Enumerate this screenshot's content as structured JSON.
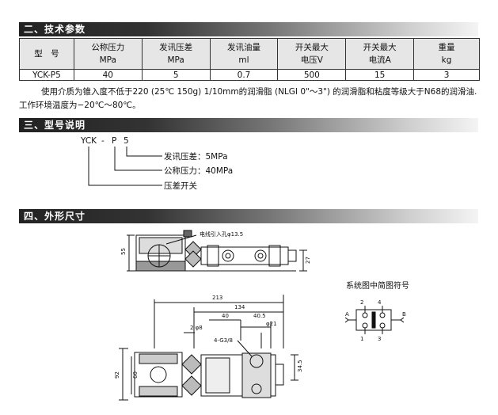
{
  "sections": {
    "tech_params": "二、技术参数",
    "model_desc": "三、型号说明",
    "dimensions": "四、外形尺寸"
  },
  "spec_table": {
    "headers": [
      [
        "型　号",
        ""
      ],
      [
        "公称压力",
        "MPa"
      ],
      [
        "发讯压差",
        "MPa"
      ],
      [
        "发讯油量",
        "ml"
      ],
      [
        "开关最大",
        "电压V"
      ],
      [
        "开关最大",
        "电流A"
      ],
      [
        "重量",
        "kg"
      ]
    ],
    "row": [
      "YCK-P5",
      "40",
      "5",
      "0.7",
      "500",
      "15",
      "3"
    ]
  },
  "description": {
    "line1": "使用介质为锥入度不低于220 (25℃  150g) 1/10mm的润滑脂 (NLGI 0\"～3\") 的润滑脂和粘度等级大于N68的润滑油.",
    "line2": "工作环境温度为−20℃～80℃。"
  },
  "model_code": {
    "code": [
      "YCK",
      "-",
      "P",
      "5"
    ],
    "label_signal": "发讯压差：5MPa",
    "label_nominal": "公称压力：40MPa",
    "label_switch": "压差开关"
  },
  "drawing": {
    "dims": {
      "d55": "55",
      "d27": "27",
      "d213": "213",
      "d134": "134",
      "d40": "40",
      "d40_5": "40.5",
      "d92": "92",
      "d60": "60",
      "d34": "34.5",
      "phi21": "φ21",
      "phi8": "2  φ8",
      "thread": "4-G3/8",
      "cable": "电线引入孔φ13.5"
    },
    "symbol_title": "系统图中简图符号",
    "symbol_ports": [
      "2",
      "4",
      "1",
      "3"
    ],
    "symbol_side_a": "A",
    "symbol_side_b": "B"
  }
}
